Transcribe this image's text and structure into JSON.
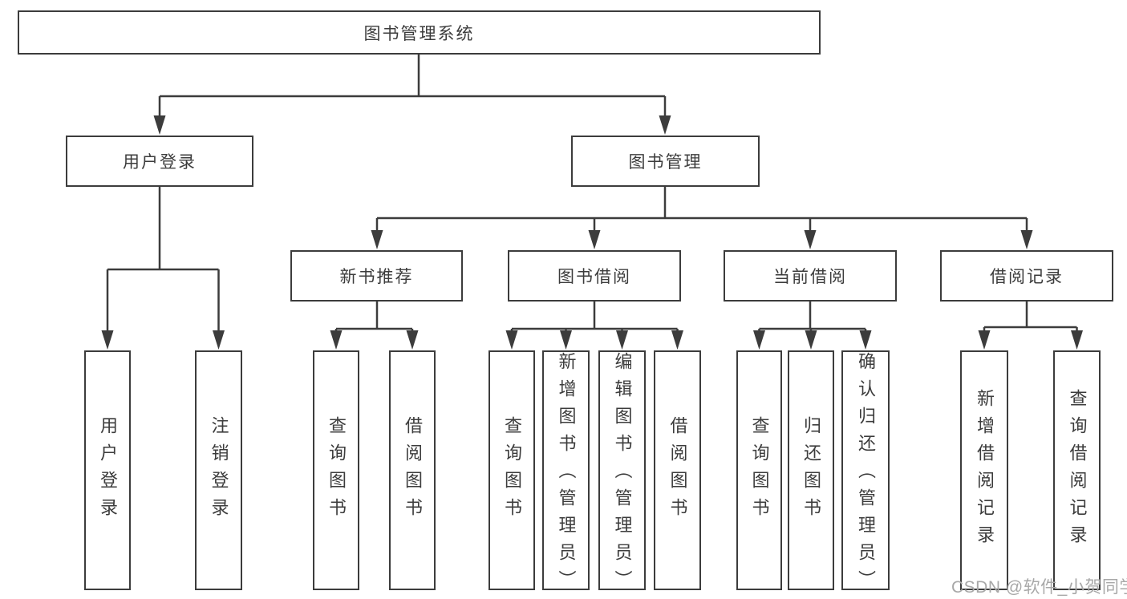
{
  "tree": {
    "root": {
      "label": "图书管理系统"
    },
    "branches": [
      {
        "label": "用户登录",
        "leaves": [
          {
            "label": "用户登录"
          },
          {
            "label": "注销登录"
          }
        ]
      },
      {
        "label": "图书管理",
        "groups": [
          {
            "label": "新书推荐",
            "leaves": [
              {
                "label": "查询图书"
              },
              {
                "label": "借阅图书"
              }
            ]
          },
          {
            "label": "图书借阅",
            "leaves": [
              {
                "label": "查询图书"
              },
              {
                "label": "新增图书（管理员）"
              },
              {
                "label": "编辑图书（管理员）"
              },
              {
                "label": "借阅图书"
              }
            ]
          },
          {
            "label": "当前借阅",
            "leaves": [
              {
                "label": "查询图书"
              },
              {
                "label": "归还图书"
              },
              {
                "label": "确认归还（管理员）"
              }
            ]
          },
          {
            "label": "借阅记录",
            "leaves": [
              {
                "label": "新增借阅记录"
              },
              {
                "label": "查询借阅记录"
              }
            ]
          }
        ]
      }
    ]
  },
  "watermark": {
    "text": "CSDN @软件_小贺同学"
  },
  "colors": {
    "line": "#3c3c3c",
    "text": "#3c3c3c",
    "box_background": "#ffffff",
    "page_background": "#ffffff",
    "watermark": "#a8a8a8"
  }
}
